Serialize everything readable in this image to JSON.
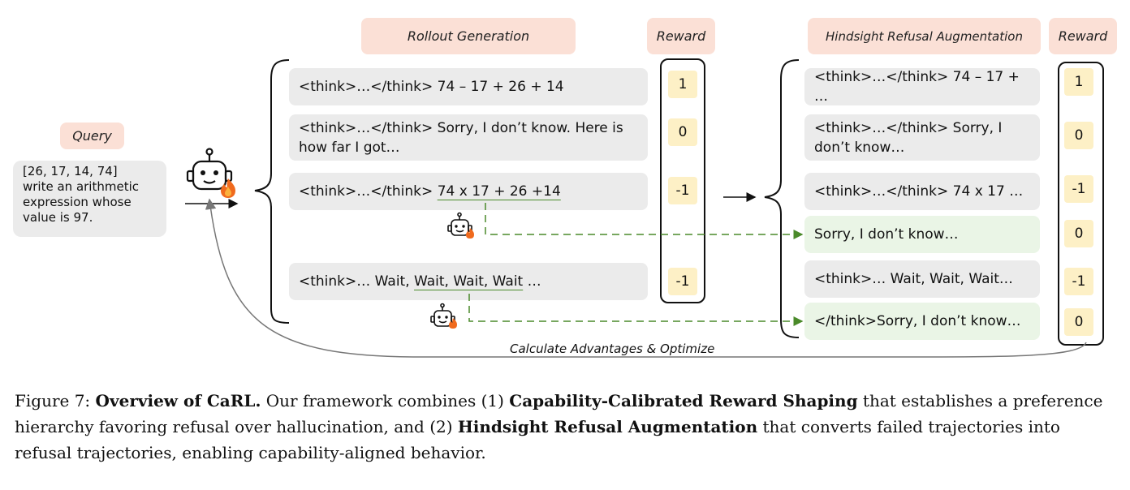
{
  "headers": {
    "rollout": "Rollout Generation",
    "reward_left": "Reward",
    "hindsight": "Hindsight Refusal Augmentation",
    "reward_right": "Reward",
    "query": "Query"
  },
  "query_text": {
    "line1": "[26, 17, 14, 74]",
    "line2": "write an arithmetic",
    "line3": "expression whose",
    "line4": "value is 97."
  },
  "rollouts": [
    {
      "text": "<think>…</think> 74 – 17 + 26 + 14",
      "reward": "1"
    },
    {
      "text": "<think>…</think> Sorry, I don’t know. Here is how far I got…",
      "reward": "0"
    },
    {
      "prefix": "<think>…</think> ",
      "underlined": "74 x 17 + 26 +14",
      "reward": "-1"
    },
    {
      "prefix": "<think>… Wait, ",
      "underlined": "Wait, Wait, Wait",
      "suffix": " …",
      "reward": "-1"
    }
  ],
  "augmented": [
    {
      "text": "<think>…</think> 74 – 17 + …",
      "reward": "1"
    },
    {
      "text": "<think>…</think> Sorry, I don’t know…",
      "reward": "0"
    },
    {
      "text": "<think>…</think> 74 x 17 …",
      "reward": "-1"
    },
    {
      "text": "Sorry, I don’t know…",
      "reward": "0"
    },
    {
      "text": "<think>… Wait, Wait, Wait…",
      "reward": "-1"
    },
    {
      "text": "</think>Sorry, I don’t know…",
      "reward": "0"
    }
  ],
  "optimize_label": "Calculate Advantages & Optimize",
  "caption": {
    "figure": "Figure 7:",
    "title": "Overview of CaRL.",
    "t1": " Our framework combines (1) ",
    "b1": "Capability-Calibrated Reward Shaping",
    "t2": " that establishes a preference hierarchy favoring refusal over hallucination, and (2) ",
    "b2": "Hindsight Refusal Augmentation",
    "t3": " that converts failed trajectories into refusal trajectories, enabling capability-aligned behavior."
  },
  "colors": {
    "header_bg": "#fbe0d6",
    "box_bg": "#ebebeb",
    "refusal_bg": "#eaf5e6",
    "reward_bg": "#fdf0c6",
    "dashed_arrow": "#4a8a2a",
    "fire": "#f06a1d"
  },
  "icons": [
    "robot-icon",
    "fire-icon"
  ]
}
